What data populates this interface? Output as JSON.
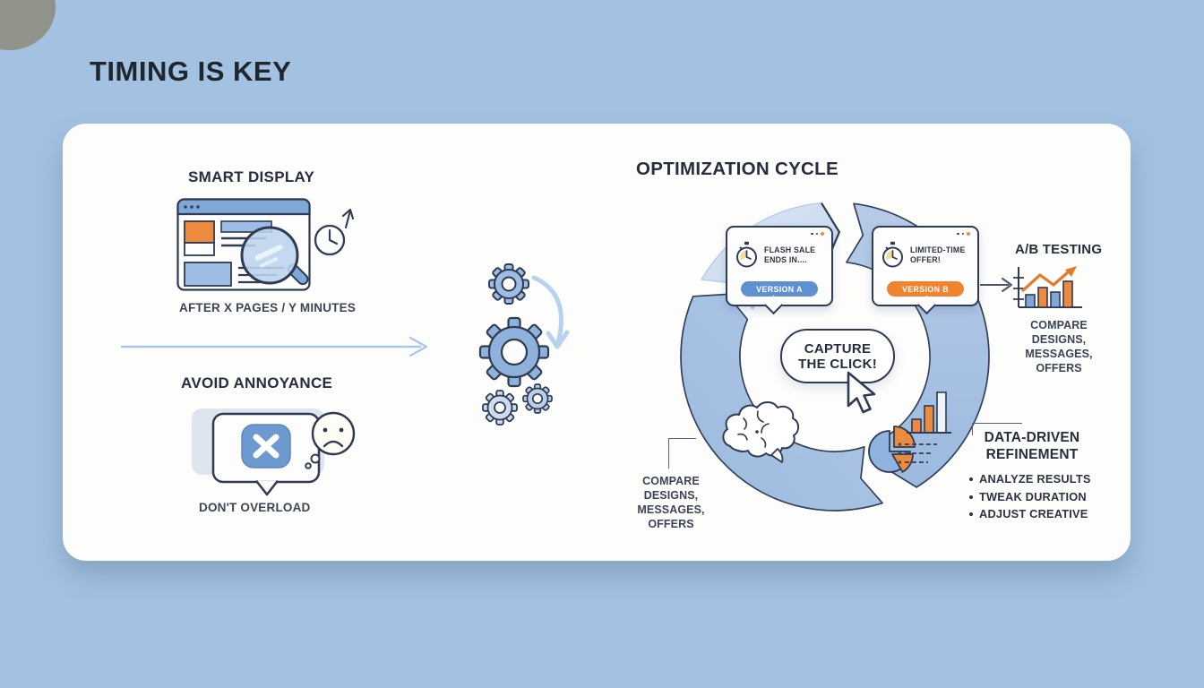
{
  "title": "TIMING IS KEY",
  "left_panel": {
    "smart_display": {
      "heading": "SMART DISPLAY",
      "caption": "AFTER X PAGES / Y MINUTES"
    },
    "avoid_annoyance": {
      "heading": "AVOID ANNOYANCE",
      "caption": "DON'T OVERLOAD"
    }
  },
  "cycle": {
    "heading": "OPTIMIZATION CYCLE",
    "version_a": {
      "line1": "FLASH SALE",
      "line2": "ENDS IN....",
      "badge": "VERSION A"
    },
    "version_b": {
      "line1": "LIMITED-TIME",
      "line2": "OFFER!",
      "badge": "VERSION B"
    },
    "center": {
      "line1": "CAPTURE",
      "line2": "THE CLICK!"
    },
    "left_note": {
      "line1": "COMPARE DESIGNS,",
      "line2": "MESSAGES, OFFERS"
    },
    "ab_testing": {
      "heading": "A/B TESTING",
      "note_line1": "COMPARE DESIGNS,",
      "note_line2": "MESSAGES, OFFERS"
    },
    "refinement": {
      "heading_line1": "DATA-DRIVEN",
      "heading_line2": "REFINEMENT",
      "bullets": [
        "ANALYZE RESULTS",
        "TWEAK DURATION",
        "ADJUST CREATIVE"
      ]
    }
  },
  "colors": {
    "background": "#a3c2e2",
    "card": "#fdfdfc",
    "outline": "#2f3b52",
    "accent_blue": "#5e91d0",
    "accent_orange": "#ee8a3e",
    "ring_light": "#cfdff1",
    "ring_medium": "#a2bfe1"
  }
}
